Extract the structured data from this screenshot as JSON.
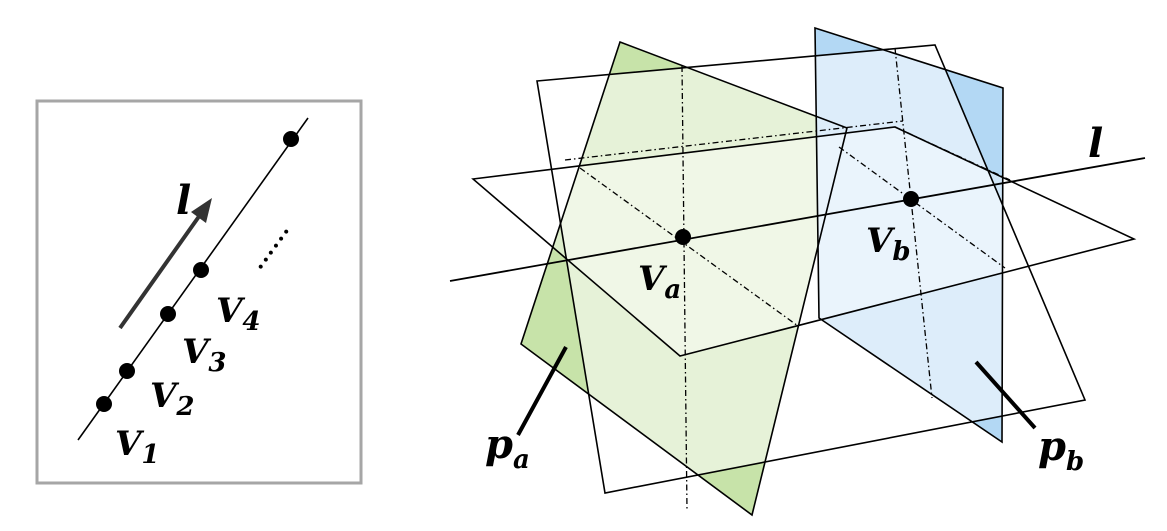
{
  "left_panel": {
    "line_label": "l",
    "ellipsis": "......",
    "vertices": [
      {
        "letter": "V",
        "sub": "1"
      },
      {
        "letter": "V",
        "sub": "2"
      },
      {
        "letter": "V",
        "sub": "3"
      },
      {
        "letter": "V",
        "sub": "4"
      }
    ]
  },
  "right_panel": {
    "line_label": "l",
    "point_a": {
      "letter": "V",
      "sub": "a"
    },
    "point_b": {
      "letter": "V",
      "sub": "b"
    },
    "plane_a": {
      "letter": "p",
      "sub": "a",
      "color": "#c7e3a9"
    },
    "plane_b": {
      "letter": "p",
      "sub": "b",
      "color": "#b3d8f4"
    }
  }
}
